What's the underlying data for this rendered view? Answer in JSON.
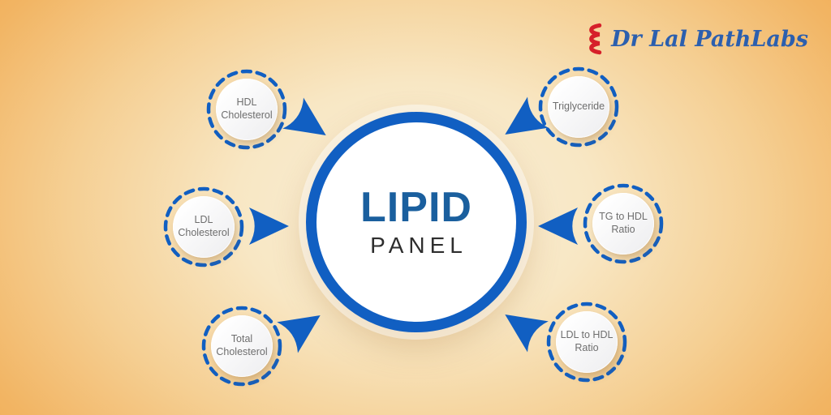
{
  "brand": {
    "name": "Dr Lal PathLabs",
    "icon": "dna-helix-icon"
  },
  "center": {
    "title": "LIPID",
    "subtitle": "PANEL"
  },
  "nodes": [
    {
      "id": "hdl-cholesterol",
      "label": "HDL\nCholesterol"
    },
    {
      "id": "ldl-cholesterol",
      "label": "LDL\nCholesterol"
    },
    {
      "id": "total-cholesterol",
      "label": "Total\nCholesterol"
    },
    {
      "id": "triglyceride",
      "label": "Triglyceride"
    },
    {
      "id": "tg-to-hdl-ratio",
      "label": "TG to HDL\nRatio"
    },
    {
      "id": "ldl-to-hdl-ratio",
      "label": "LDL to HDL\nRatio"
    }
  ],
  "icons": {
    "connector": "arrowhead-icon"
  },
  "colors": {
    "primary_blue": "#115fc2",
    "title_blue": "#1a5f9e",
    "label_gray": "#6e6e6e",
    "logo_blue": "#2c5fae",
    "logo_red": "#d6202a",
    "bg_center": "#f9efd9",
    "bg_edge": "#f2b564"
  }
}
